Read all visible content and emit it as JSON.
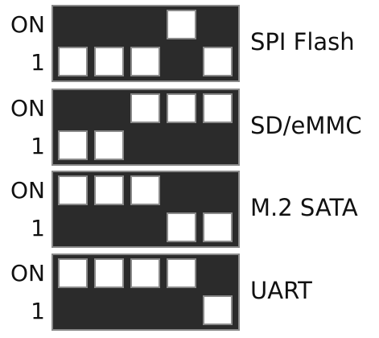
{
  "labels": {
    "on": "ON",
    "one": "1"
  },
  "modes": [
    {
      "name": "SPI Flash",
      "switches": [
        "1",
        "1",
        "1",
        "ON",
        "1"
      ]
    },
    {
      "name": "SD/eMMC",
      "switches": [
        "1",
        "1",
        "ON",
        "ON",
        "ON"
      ]
    },
    {
      "name": "M.2 SATA",
      "switches": [
        "ON",
        "ON",
        "ON",
        "1",
        "1"
      ]
    },
    {
      "name": "UART",
      "switches": [
        "ON",
        "ON",
        "ON",
        "ON",
        "1"
      ]
    }
  ],
  "colors": {
    "block": "#2b2b2b",
    "switch": "#ffffff",
    "border": "#8a8a8a"
  }
}
